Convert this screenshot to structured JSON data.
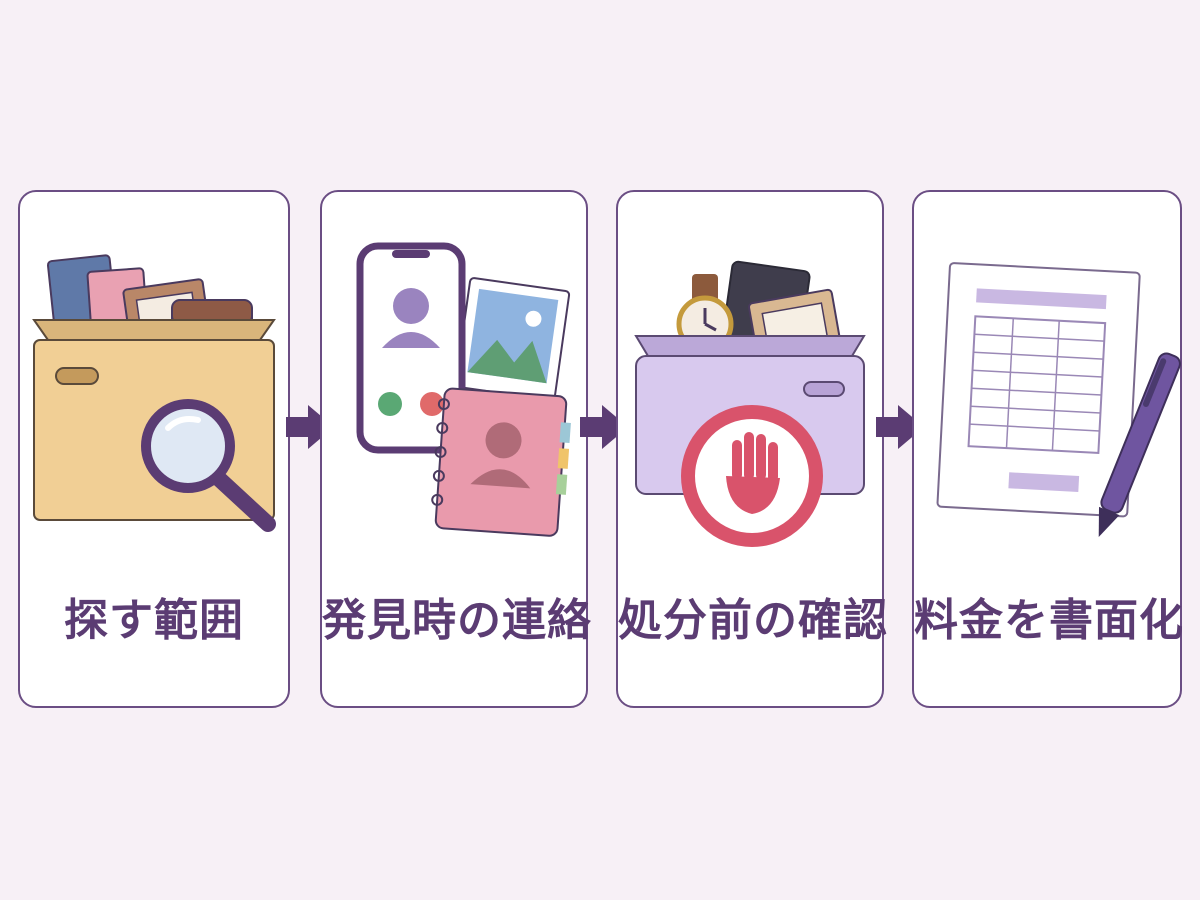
{
  "steps": [
    {
      "label": "探す範囲",
      "icon": "box-search-icon"
    },
    {
      "label": "発見時の連絡",
      "icon": "phone-contact-icon"
    },
    {
      "label": "処分前の確認",
      "icon": "box-stop-icon"
    },
    {
      "label": "料金を書面化",
      "icon": "document-pen-icon"
    }
  ],
  "colors": {
    "accent": "#5b3c73",
    "border": "#6b4e84",
    "background": "#f7f0f6",
    "stop_red": "#d9536b"
  }
}
